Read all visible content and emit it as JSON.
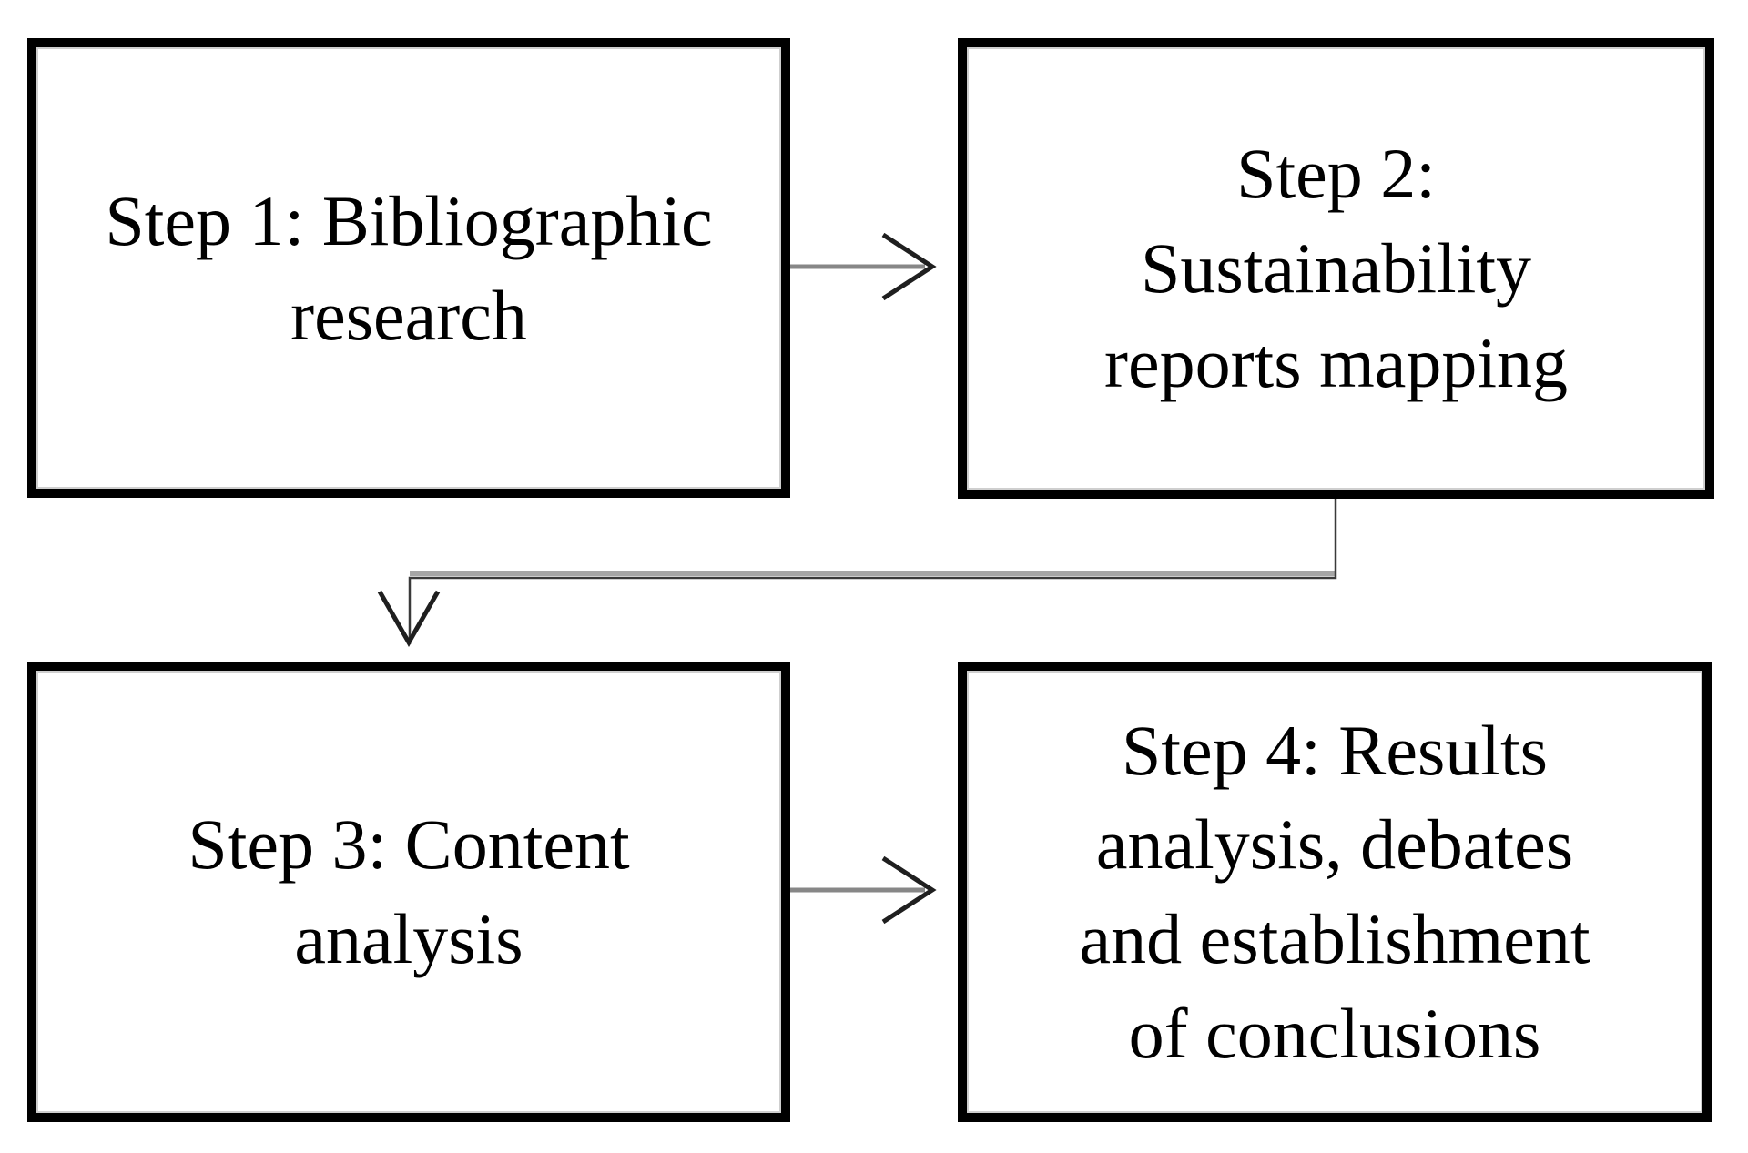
{
  "figure": {
    "type": "flowchart",
    "background_color": "#ffffff",
    "boxes": [
      {
        "id": "step-1",
        "text": "Step 1: Bibliographic\nresearch",
        "plain_text": "Step 1: Bibliographic research"
      },
      {
        "id": "step-2",
        "text": "Step 2:\nSustainability\nreports mapping",
        "plain_text": "Step 2: Sustainability reports mapping"
      },
      {
        "id": "step-3",
        "text": "Step 3: Content\nanalysis",
        "plain_text": "Step 3: Content analysis"
      },
      {
        "id": "step-4",
        "text": "Step 4: Results\nanalysis, debates\nand establishment\nof conclusions",
        "plain_text": "Step 4: Results analysis, debates and establishment of conclusions"
      }
    ],
    "connectors": [
      {
        "from": "step-1",
        "to": "step-2",
        "shape": "straight-right-arrow"
      },
      {
        "from": "step-2",
        "to": "step-3",
        "shape": "elbow-down-left-down-arrow"
      },
      {
        "from": "step-3",
        "to": "step-4",
        "shape": "straight-right-arrow"
      }
    ],
    "colors": {
      "box_border": "#000000",
      "box_inner_ring": "#cfcfcf",
      "text": "#000000",
      "arrow_shaft": "#878787",
      "arrow_head": "#1f1f1f",
      "elbow_line": "#3a3a3a",
      "elbow_highlight": "#a6a6a6"
    }
  }
}
